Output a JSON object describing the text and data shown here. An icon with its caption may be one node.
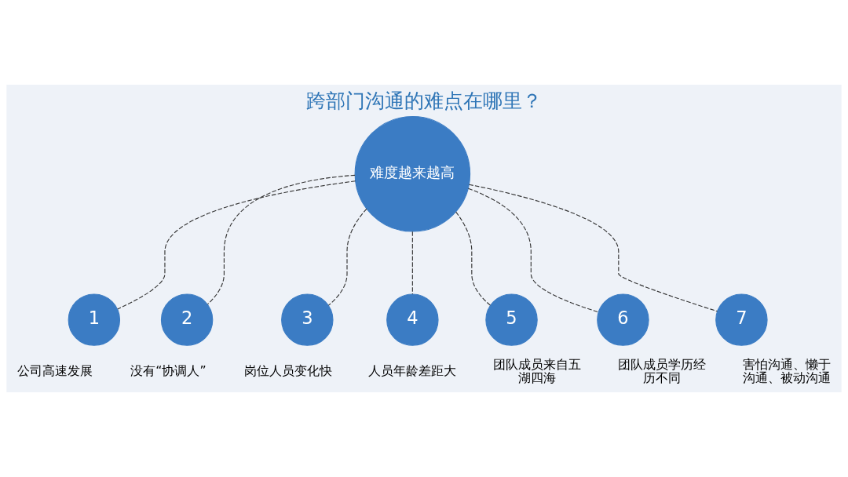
{
  "diagram": {
    "title": "跨部门沟通的难点在哪里？",
    "nodes": [
      {
        "text": [
          "难度越来越高"
        ]
      },
      {
        "text": [
          "1"
        ],
        "beside": [
          "公司高速发展"
        ]
      },
      {
        "text": [
          "2"
        ],
        "beside": [
          "没有“协调人”"
        ]
      },
      {
        "text": [
          "3"
        ],
        "beside": [
          "岗位人员变化快"
        ]
      },
      {
        "text": [
          "4"
        ],
        "beside": [
          "人员年龄差距大"
        ]
      },
      {
        "text": [
          "5"
        ],
        "beside": [
          "团队成员来自五湖四海"
        ]
      },
      {
        "text": [
          "6"
        ],
        "beside": [
          "团队成员学历经历不同"
        ]
      },
      {
        "text": [
          "7"
        ],
        "beside": [
          "害怕沟通、懒于沟通、被动沟通"
        ]
      }
    ],
    "edges": [
      {
        "from": 0,
        "to": 1,
        "arrow": "none",
        "style": "dashed"
      },
      {
        "from": 0,
        "to": 2,
        "arrow": "none",
        "style": "dashed"
      },
      {
        "from": 0,
        "to": 3,
        "arrow": "none",
        "style": "dashed"
      },
      {
        "from": 0,
        "to": 4,
        "arrow": "none",
        "style": "dashed"
      },
      {
        "from": 0,
        "to": 5,
        "arrow": "none",
        "style": "dashed"
      },
      {
        "from": 0,
        "to": 6,
        "arrow": "none",
        "style": "dashed"
      },
      {
        "from": 0,
        "to": 7,
        "arrow": "none",
        "style": "dashed"
      }
    ]
  }
}
